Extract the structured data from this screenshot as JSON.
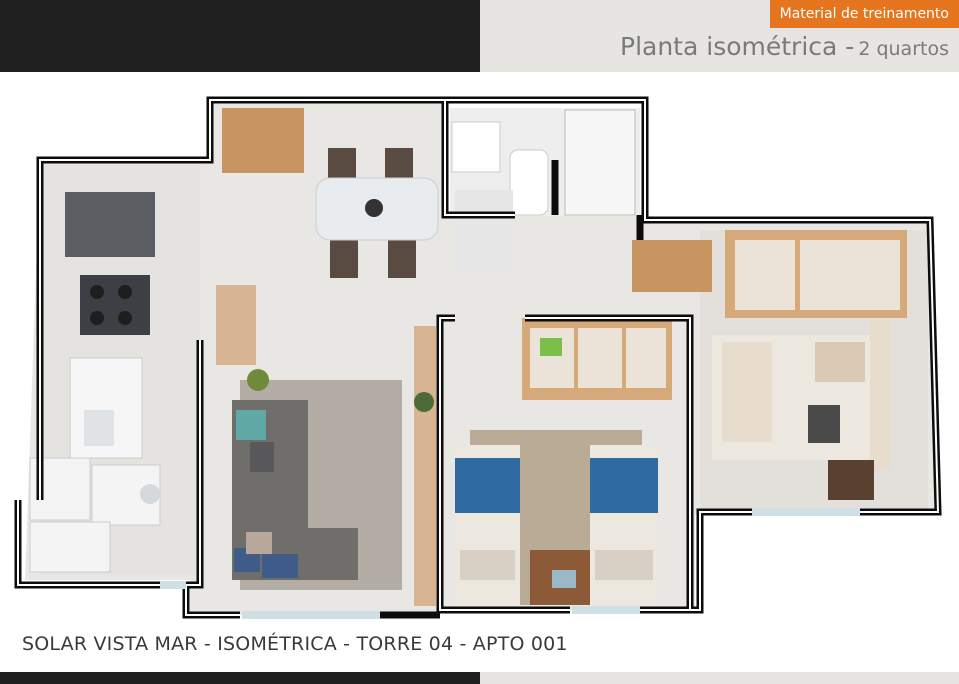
{
  "header": {
    "badge": "Material de treinamento",
    "title_main": "Planta isométrica -",
    "title_sub": "2 quartos"
  },
  "caption": "SOLAR VISTA MAR - ISOMÉTRICA - TORRE 04 - APTO 001",
  "colors": {
    "accent": "#e5761f",
    "header_dark": "#1f1f1f",
    "header_light": "#e6e5e1"
  }
}
